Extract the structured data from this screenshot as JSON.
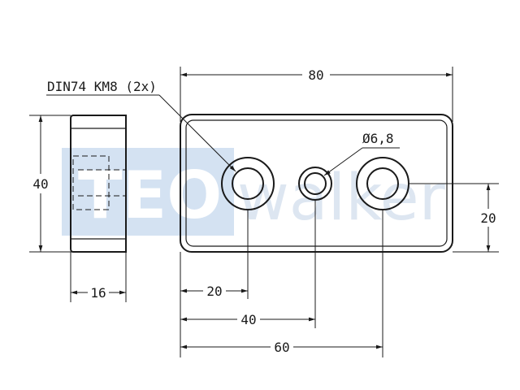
{
  "watermark": {
    "box_text": "TEO",
    "word": "walker",
    "box_color": "#d4e2f2"
  },
  "drawing": {
    "line_color": "#1a1a1a",
    "label_holes": "DIN74 KM8 (2x)",
    "dim_overall_length": "80",
    "dim_center_hole": "Ø6,8",
    "dim_height": "40",
    "dim_thickness": "16",
    "dim_hole_height": "20",
    "dim_pos_20": "20",
    "dim_pos_40": "40",
    "dim_pos_60": "60"
  }
}
